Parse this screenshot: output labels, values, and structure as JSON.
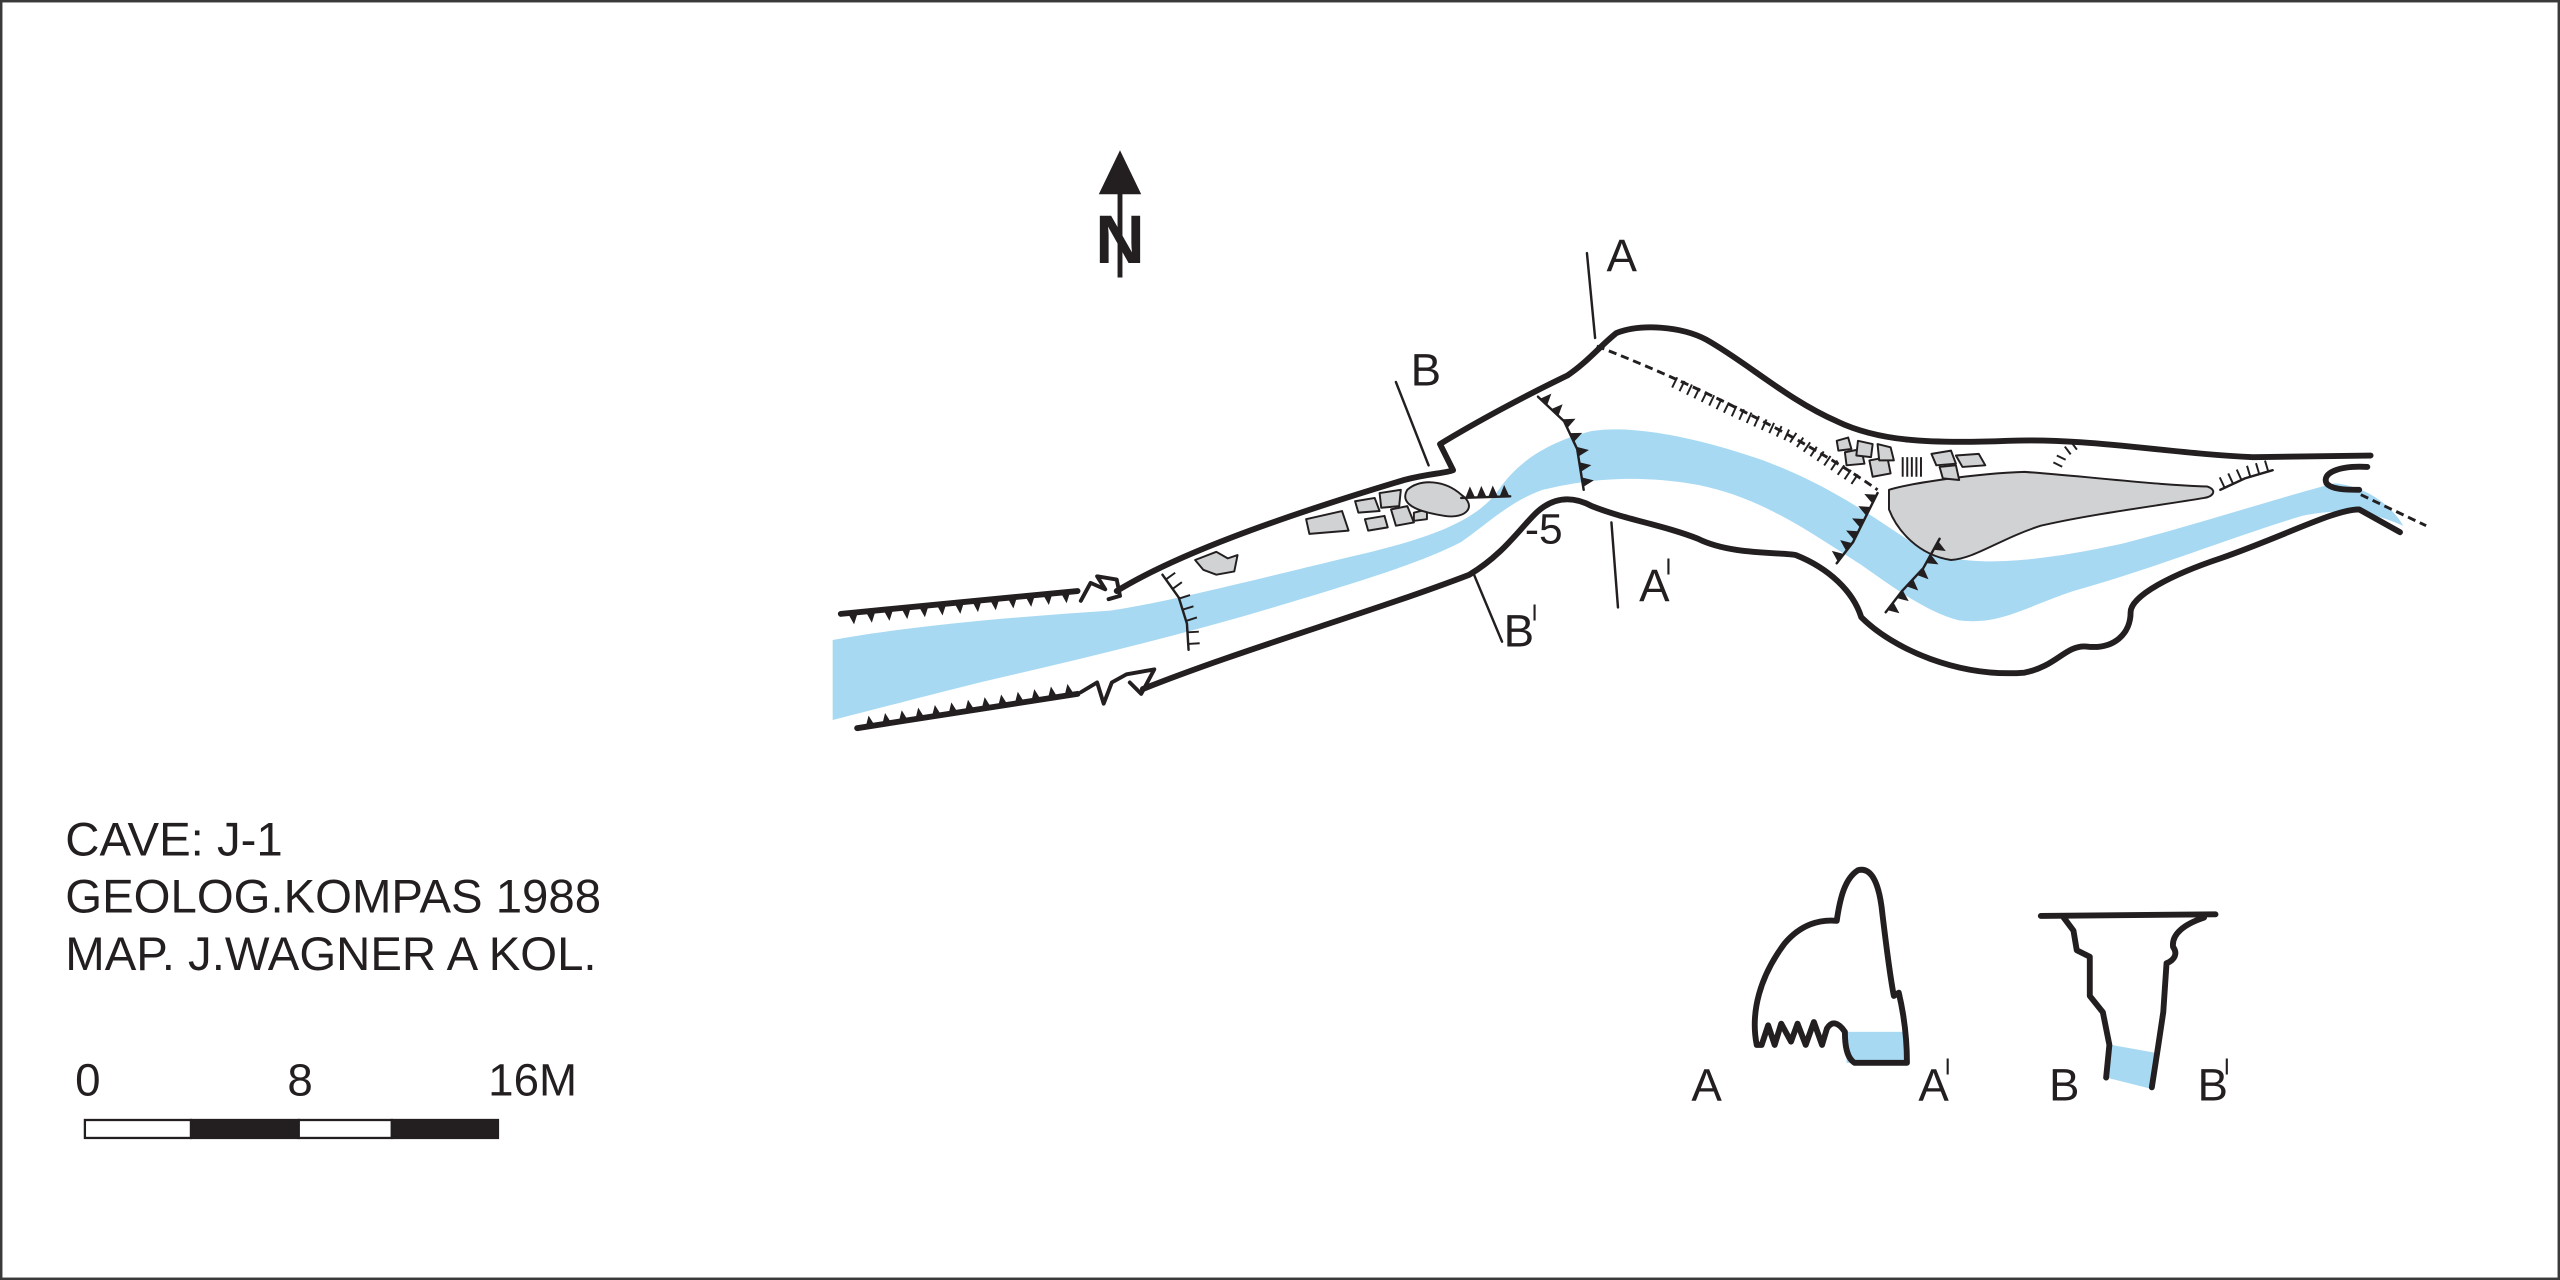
{
  "plan": {
    "north_label": "N",
    "depth_label": "-5",
    "section_a": {
      "label": "A",
      "end_label": "A",
      "end_mark": "I"
    },
    "section_b": {
      "label": "B",
      "end_label": "B",
      "end_mark": "I"
    }
  },
  "legend": {
    "cave": "CAVE: J-1",
    "survey": "GEOLOG.KOMPAS 1988",
    "mapped_by": "MAP. J.WAGNER A KOL."
  },
  "scale_bar": {
    "labels": [
      "0",
      "8",
      "16M"
    ]
  },
  "cross_sections": {
    "a": {
      "left": "A",
      "right": "A",
      "right_mark": "I"
    },
    "b": {
      "left": "B",
      "right": "B",
      "right_mark": "I"
    }
  },
  "colors": {
    "ink": "#231f20",
    "water": "#a7d9f3",
    "rock": "#d1d2d3",
    "background": "#ffffff",
    "frame": "#3a3a3a"
  }
}
